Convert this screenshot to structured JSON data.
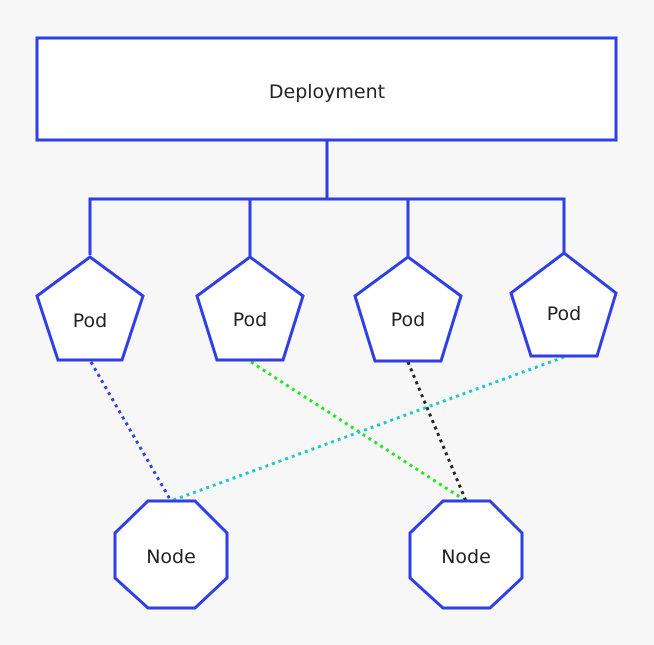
{
  "deployment": {
    "label": "Deployment"
  },
  "pods": [
    {
      "label": "Pod"
    },
    {
      "label": "Pod"
    },
    {
      "label": "Pod"
    },
    {
      "label": "Pod"
    }
  ],
  "nodes": [
    {
      "label": "Node"
    },
    {
      "label": "Node"
    }
  ],
  "connections": [
    {
      "pod": 0,
      "node": 0,
      "color": "#2f3fe3"
    },
    {
      "pod": 1,
      "node": 1,
      "color": "#22e622"
    },
    {
      "pod": 2,
      "node": 1,
      "color": "#222222"
    },
    {
      "pod": 3,
      "node": 0,
      "color": "#1fc8c8"
    }
  ],
  "colors": {
    "outline": "#2f3fe3",
    "fill": "#ffffff",
    "background": "#f7f7f7"
  }
}
